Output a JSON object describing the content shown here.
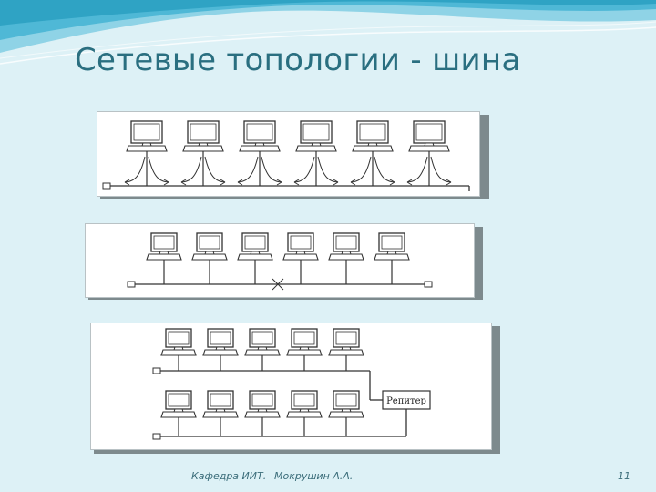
{
  "slide": {
    "title": "Сетевые топологии - шина"
  },
  "diagrams": {
    "panel1": {
      "computer_count": 6,
      "signal_arrows": true
    },
    "panel2": {
      "computer_count": 6,
      "cable_break_marker": true
    },
    "panel3": {
      "computer_count_top": 5,
      "computer_count_bottom": 5,
      "repeater_label": "Репитер"
    }
  },
  "footer": {
    "department": "Кафедра ИИТ.",
    "author": "Мокрушин А.А.",
    "page_number": "11"
  },
  "colors": {
    "background": "#ddf1f6",
    "title": "#2a6f80",
    "header_wave": "#2fa3c4",
    "line": "#333333"
  }
}
